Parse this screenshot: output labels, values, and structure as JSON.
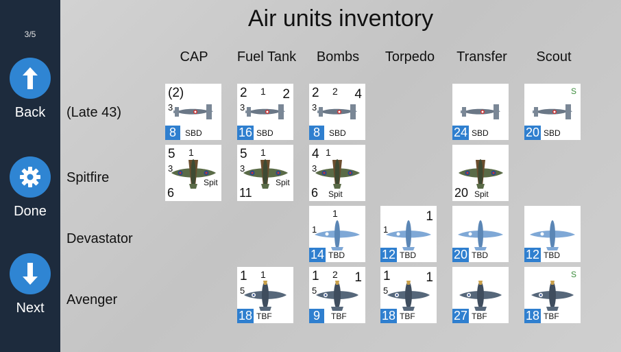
{
  "sidebar": {
    "page_indicator": "3/5",
    "back_label": "Back",
    "done_label": "Done",
    "next_label": "Next"
  },
  "title": "Air units inventory",
  "columns": [
    "CAP",
    "Fuel Tank",
    "Bombs",
    "Torpedo",
    "Transfer",
    "Scout"
  ],
  "rows": [
    {
      "label": "(Late 43)"
    },
    {
      "label": "Spitfire"
    },
    {
      "label": "Devastator"
    },
    {
      "label": "Avenger"
    }
  ],
  "cards": {
    "late43_cap": {
      "top_left": "(2)",
      "top_mid": "",
      "top_right": "",
      "mid_left": "3",
      "count": "8",
      "type": "SBD"
    },
    "late43_fuel": {
      "top_left": "2",
      "top_mid": "1",
      "top_right": "2",
      "mid_left": "3",
      "count": "16",
      "type": "SBD"
    },
    "late43_bombs": {
      "top_left": "2",
      "top_mid": "2",
      "top_right": "4",
      "mid_left": "3",
      "count": "8",
      "type": "SBD"
    },
    "late43_transfer": {
      "count": "24",
      "type": "SBD"
    },
    "late43_scout": {
      "count": "20",
      "type": "SBD",
      "scout_mark": "S"
    },
    "spit_cap": {
      "top_left": "5",
      "top_mid": "1",
      "mid_left": "3",
      "count": "6",
      "type": "Spit"
    },
    "spit_fuel": {
      "top_left": "5",
      "top_mid": "1",
      "mid_left": "3",
      "count": "11",
      "type": "Spit"
    },
    "spit_bombs": {
      "top_left": "4",
      "top_mid": "1",
      "mid_left": "3",
      "count": "6",
      "type": "Spit"
    },
    "spit_transfer": {
      "count": "20",
      "type": "Spit"
    },
    "dev_bombs": {
      "top_mid": "1",
      "mid_left": "1",
      "count": "14",
      "type": "TBD"
    },
    "dev_torpedo": {
      "top_right": "1",
      "mid_left": "1",
      "count": "12",
      "type": "TBD"
    },
    "dev_transfer": {
      "count": "20",
      "type": "TBD"
    },
    "dev_scout": {
      "count": "12",
      "type": "TBD"
    },
    "av_fuel": {
      "top_left": "1",
      "top_mid": "1",
      "mid_left": "5",
      "count": "18",
      "type": "TBF"
    },
    "av_bombs": {
      "top_left": "1",
      "top_mid": "2",
      "top_right": "1",
      "mid_left": "5",
      "count": "9",
      "type": "TBF"
    },
    "av_torpedo": {
      "top_left": "1",
      "top_right": "1",
      "mid_left": "5",
      "count": "18",
      "type": "TBF"
    },
    "av_transfer": {
      "count": "27",
      "type": "TBF"
    },
    "av_scout": {
      "count": "18",
      "type": "TBF",
      "scout_mark": "S"
    }
  },
  "colors": {
    "sidebar_bg": "#1d2b3d",
    "accent_blue": "#2f7fcf",
    "scout_green": "#3b8c3b"
  },
  "icons": {
    "back": "arrow-up-icon",
    "done": "gear-icon",
    "next": "arrow-down-icon",
    "dauntless": "sbd-plane-icon",
    "spitfire": "spitfire-plane-icon",
    "devastator": "tbd-plane-icon",
    "avenger": "tbf-plane-icon"
  }
}
